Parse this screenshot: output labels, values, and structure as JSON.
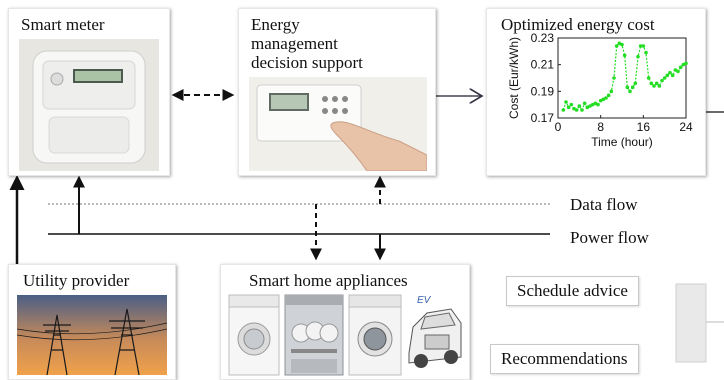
{
  "smart_meter": {
    "title": "Smart meter"
  },
  "energy_mgmt": {
    "title_lines": [
      "Energy",
      "management",
      "decision support"
    ]
  },
  "utility": {
    "title": "Utility provider"
  },
  "appliances": {
    "title": "Smart home appliances",
    "ev_badge": "EV"
  },
  "legend": {
    "data_flow": "Data flow",
    "power_flow": "Power flow"
  },
  "outputs": {
    "schedule": "Schedule advice",
    "recommendations": "Recommendations"
  },
  "chart_data": {
    "type": "line",
    "title": "Optimized energy cost",
    "xlabel": "Time (hour)",
    "ylabel": "Cost (Eur/kWh)",
    "xlim": [
      0,
      24
    ],
    "ylim": [
      0.17,
      0.23
    ],
    "xticks": [
      "0",
      "8",
      "16",
      "24"
    ],
    "yticks": [
      "0.17",
      "0.19",
      "0.21",
      "0.23"
    ],
    "color": "#22dd22",
    "x": [
      1,
      1.5,
      2,
      2.5,
      3,
      3.5,
      4,
      4.5,
      5,
      5.5,
      6,
      6.5,
      7,
      7.5,
      8,
      8.5,
      9,
      9.5,
      10,
      10.5,
      11,
      11.5,
      12,
      12.5,
      13,
      13.5,
      14,
      14.5,
      15,
      15.5,
      16,
      16.5,
      17,
      17.5,
      18,
      18.5,
      19,
      19.5,
      20,
      20.5,
      21,
      21.5,
      22,
      22.5,
      23,
      23.5,
      24
    ],
    "values": [
      0.176,
      0.182,
      0.178,
      0.18,
      0.177,
      0.176,
      0.179,
      0.176,
      0.181,
      0.178,
      0.179,
      0.18,
      0.181,
      0.18,
      0.183,
      0.184,
      0.185,
      0.187,
      0.19,
      0.2,
      0.224,
      0.226,
      0.225,
      0.217,
      0.193,
      0.19,
      0.193,
      0.196,
      0.216,
      0.224,
      0.224,
      0.219,
      0.2,
      0.196,
      0.194,
      0.196,
      0.194,
      0.198,
      0.2,
      0.202,
      0.204,
      0.202,
      0.206,
      0.205,
      0.208,
      0.21,
      0.211
    ]
  }
}
